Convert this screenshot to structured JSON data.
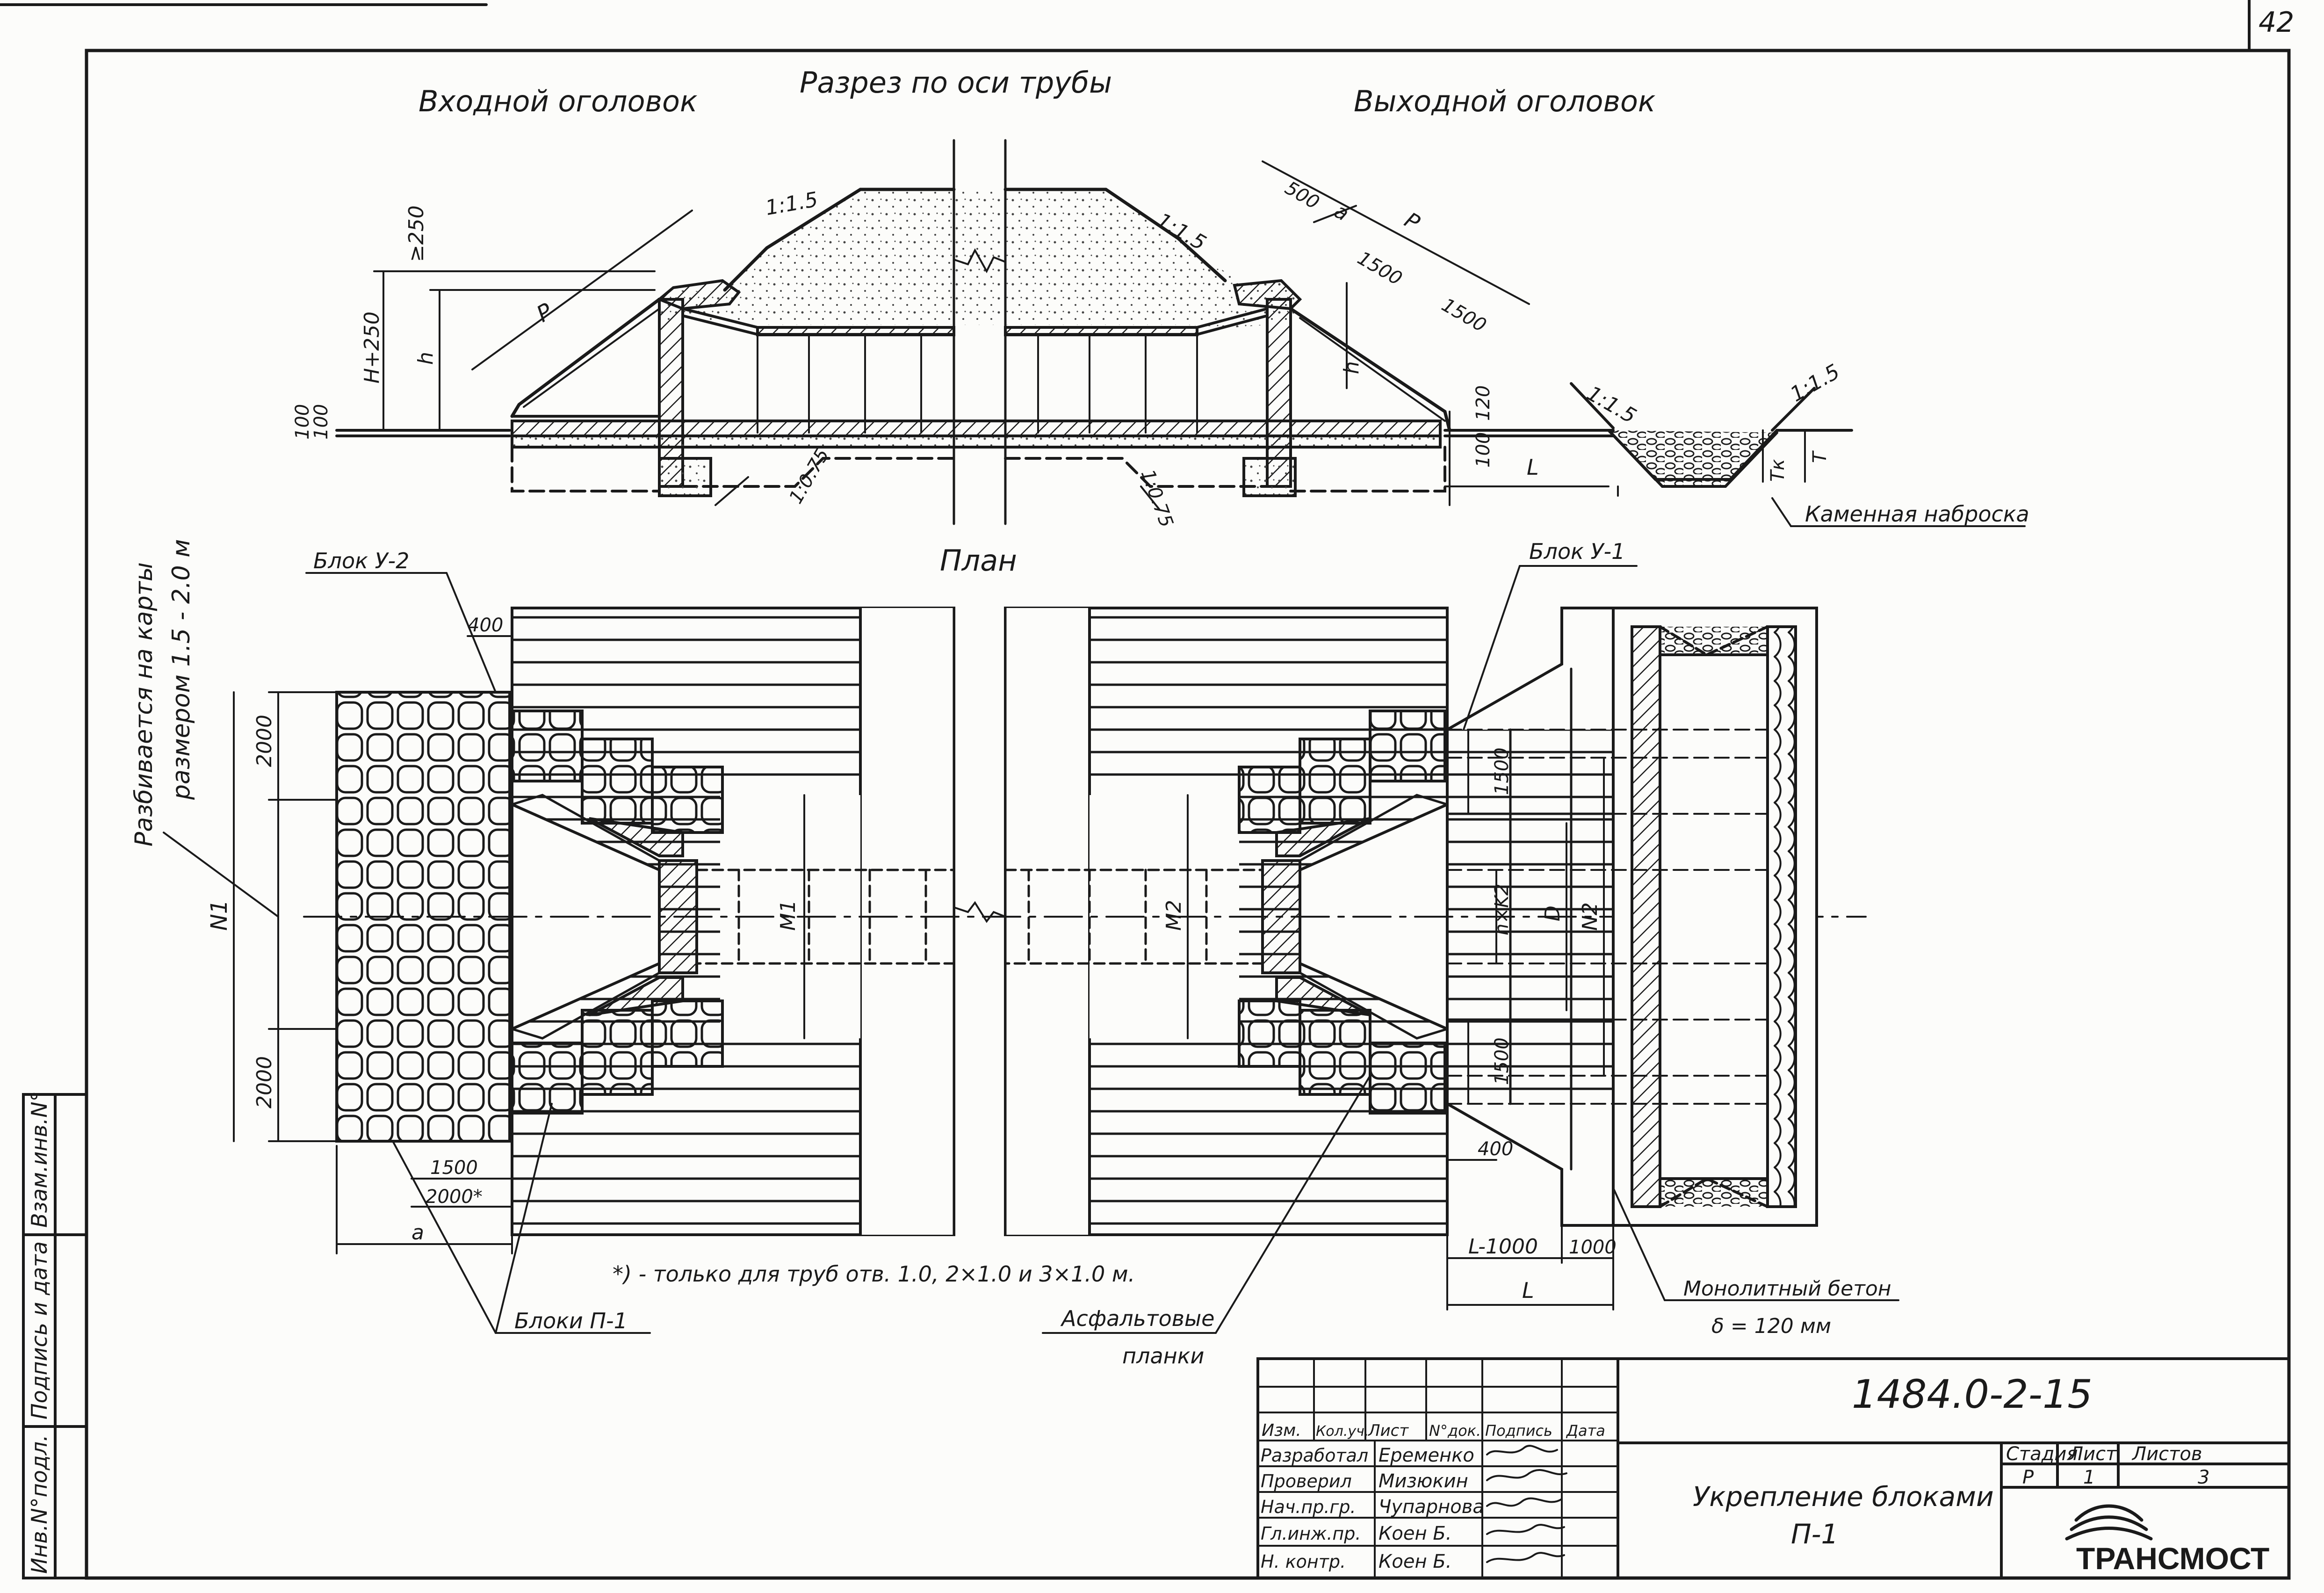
{
  "page_number": "42",
  "views": {
    "section_title": "Разрез по оси трубы",
    "inlet_title": "Входной оголовок",
    "outlet_title": "Выходной оголовок",
    "plan_title": "План"
  },
  "section_dims": {
    "ge250": "≥250",
    "h250": "H+250",
    "h": "h",
    "p": "P",
    "d100a": "100",
    "d100b": "100",
    "slope_in": "1:1.5",
    "slope_out": "1:1.5",
    "slope_foot_l": "1:0.75",
    "slope_foot_r": "1:0.75",
    "d500": "500",
    "a": "a",
    "d1500a": "1500",
    "d1500b": "1500",
    "h_out": "h",
    "d120": "120",
    "d100c": "100",
    "l": "L",
    "slope_r1": "1:1.5",
    "slope_r2": "1:1.5",
    "tk": "Tк",
    "t": "T"
  },
  "plan_dims": {
    "d400a": "400",
    "d2000a": "2000",
    "d2000b": "2000",
    "n1": "N1",
    "m1": "M1",
    "m2": "M2",
    "d1500": "1500",
    "d2000s": "2000*",
    "a": "a",
    "d1500r1": "1500",
    "d1500r2": "1500",
    "nk2": "n×K2",
    "d": "D",
    "n2": "N2",
    "d400b": "400",
    "l1000": "L-1000",
    "d1000": "1000",
    "l": "L",
    "delta": "δ = 120 мм"
  },
  "callouts": {
    "block_u2": "Блок У-2",
    "block_u1": "Блок У-1",
    "split_1": "Разбивается на карты",
    "split_2": "размером 1.5 - 2.0 м",
    "blocks_p1": "Блоки П-1",
    "asphalt_1": "Асфальтовые",
    "asphalt_2": "планки",
    "riprap": "Каменная наброска",
    "concrete": "Монолитный бетон",
    "footnote": "*) - только для труб отв. 1.0, 2×1.0 и 3×1.0 м."
  },
  "side_stamp": [
    "Инв.N°подл.",
    "Подпись и дата",
    "Взам.инв.N°"
  ],
  "title_block": {
    "code": "1484.0-2-15",
    "name_1": "Укрепление блоками",
    "name_2": "П-1",
    "headers": [
      "Изм.",
      "Кол.уч.",
      "Лист",
      "N°док.",
      "Подпись",
      "Дата"
    ],
    "roles": [
      {
        "role": "Разработал",
        "name": "Еременко"
      },
      {
        "role": "Проверил",
        "name": "Мизюкин"
      },
      {
        "role": "Нач.пр.гр.",
        "name": "Чупарнова"
      },
      {
        "role": "Гл.инж.пр.",
        "name": "Коен Б."
      },
      {
        "role": "Н. контр.",
        "name": "Коен Б."
      }
    ],
    "stage_header": "Стадия",
    "sheet_header": "Лист",
    "sheets_header": "Листов",
    "stage": "Р",
    "sheet": "1",
    "sheets": "3",
    "logo": "ТРАНСМОСТ"
  }
}
